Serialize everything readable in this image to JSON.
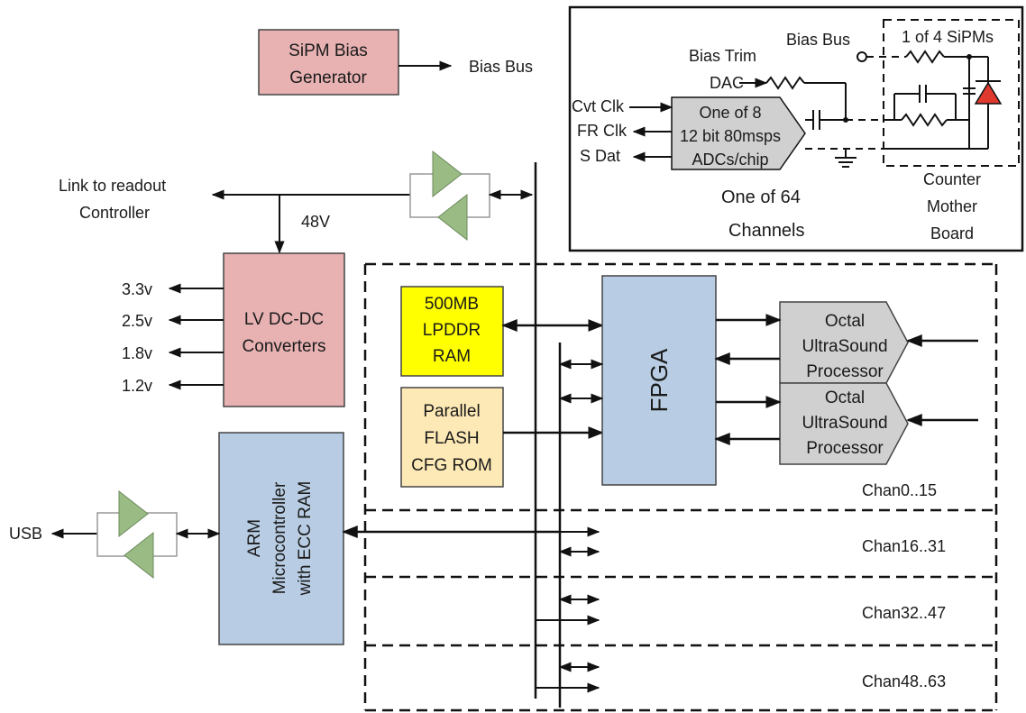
{
  "colors": {
    "pink": "#e8b2b3",
    "blue": "#b8cde3",
    "yellow": "#ffff00",
    "flash": "#fde9b5",
    "gray": "#d0d0d0",
    "tri_green": "#9bbb84",
    "diode_red": "#e03a2f",
    "line": "#111111"
  },
  "bias": {
    "gen_line1": "SiPM Bias",
    "gen_line2": "Generator",
    "bus_label": "Bias Bus"
  },
  "link": {
    "line1": "Link to readout",
    "line2": "Controller",
    "voltage": "48V"
  },
  "lvdc": {
    "line1": "LV DC-DC",
    "line2": "Converters",
    "outputs": [
      "3.3v",
      "2.5v",
      "1.8v",
      "1.2v"
    ]
  },
  "arm": {
    "line1": "ARM",
    "line2": "Microcontroller",
    "line3": "with ECC RAM"
  },
  "usb": "USB",
  "ram": {
    "line1": "500MB",
    "line2": "LPDDR",
    "line3": "RAM"
  },
  "flash": {
    "line1": "Parallel",
    "line2": "FLASH",
    "line3": "CFG ROM"
  },
  "fpga": "FPGA",
  "usp": [
    {
      "line1": "Octal",
      "line2": "UltraSound",
      "line3": "Processor"
    },
    {
      "line1": "Octal",
      "line2": "UltraSound",
      "line3": "Processor"
    }
  ],
  "channels": [
    "Chan0..15",
    "Chan16..31",
    "Chan32..47",
    "Chan48..63"
  ],
  "inset": {
    "bias_bus": "Bias Bus",
    "sipm": "1 of 4 SiPMs",
    "bias_trim": "Bias Trim",
    "dac": "DAC",
    "cvt_clk": "Cvt Clk",
    "fr_clk": "FR Clk",
    "s_dat": "S Dat",
    "adc_line1": "One of 8",
    "adc_line2": "12 bit 80msps",
    "adc_line3": "ADCs/chip",
    "channel_line1": "One of 64",
    "channel_line2": "Channels",
    "cmb_line1": "Counter",
    "cmb_line2": "Mother",
    "cmb_line3": "Board"
  }
}
